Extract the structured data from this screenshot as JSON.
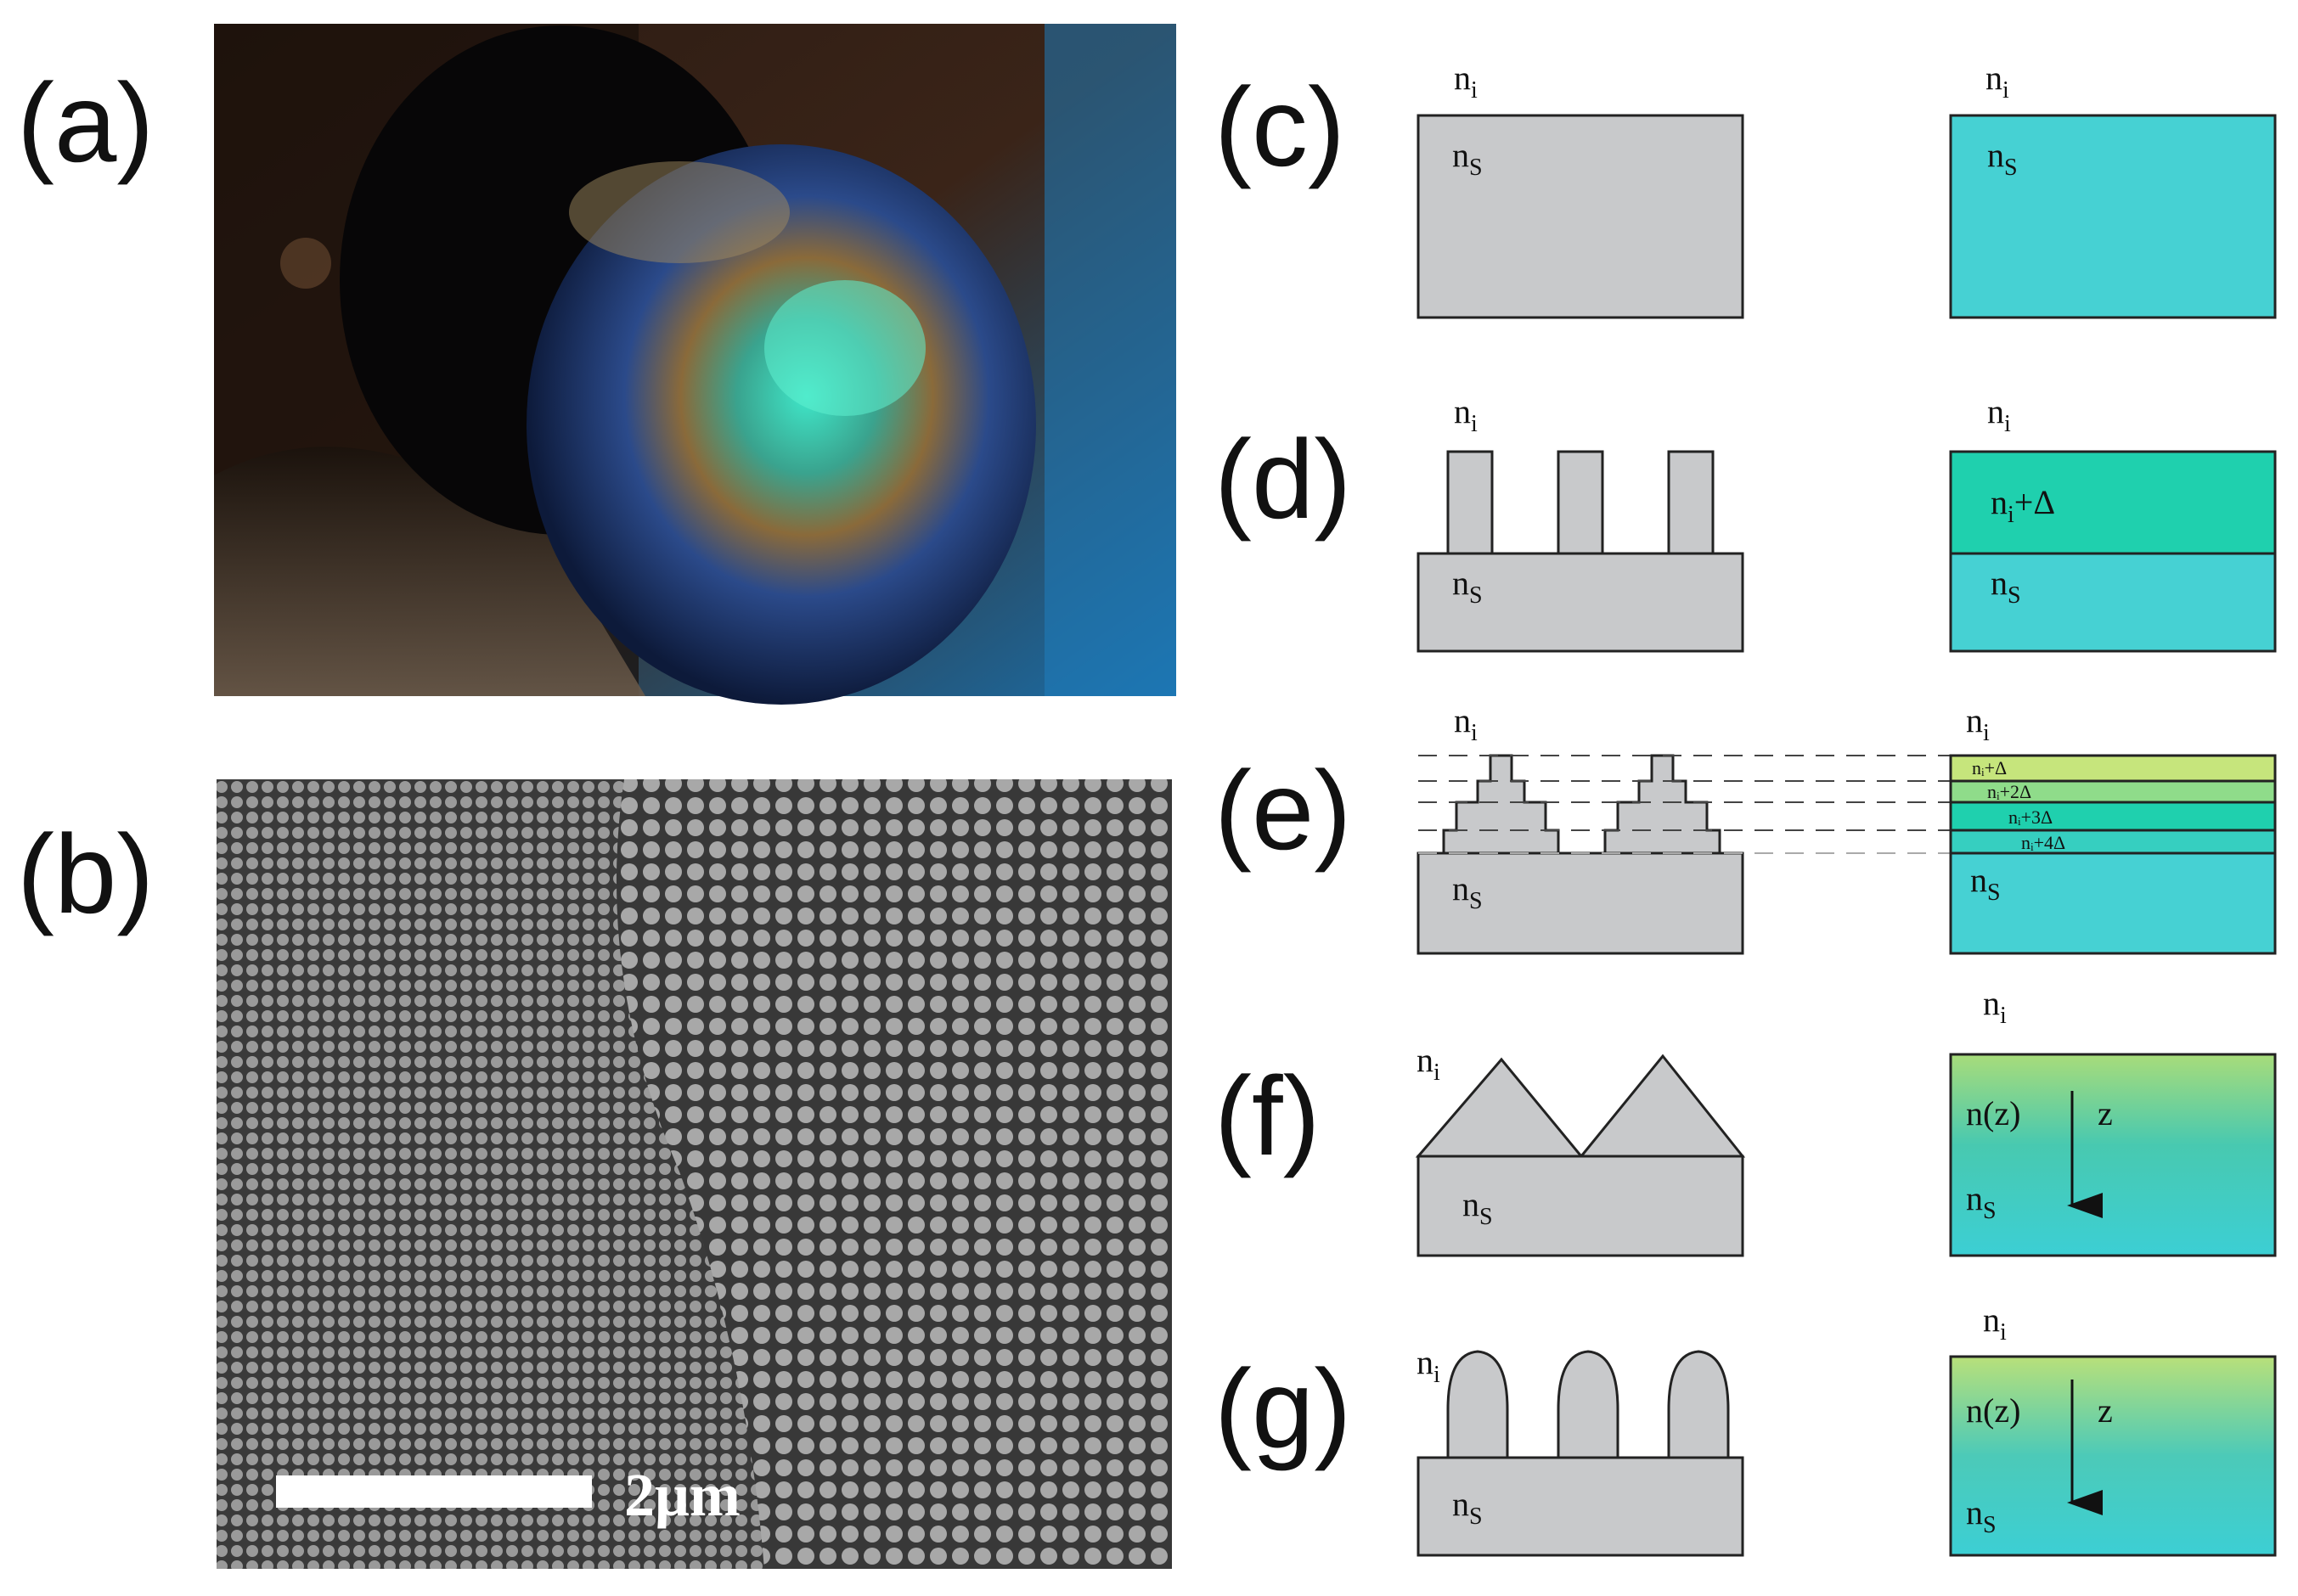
{
  "panels": {
    "a": {
      "label": "(a)"
    },
    "b": {
      "label": "(b)",
      "scale_bar": "2μm"
    },
    "c": {
      "label": "(c)"
    },
    "d": {
      "label": "(d)"
    },
    "e": {
      "label": "(e)"
    },
    "f": {
      "label": "(f)"
    },
    "g": {
      "label": "(g)"
    }
  },
  "symbols": {
    "n": "n",
    "i": "i",
    "s": "S",
    "ni_plus_delta": "+Δ",
    "nz": "n(z)",
    "z": "z"
  },
  "layers_e": [
    "nᵢ+Δ",
    "nᵢ+2Δ",
    "nᵢ+3Δ",
    "nᵢ+4Δ"
  ],
  "colors": {
    "substrate_gray": "#c8c9cb",
    "cyan": "#46d1d3",
    "teal": "#1fd0ae",
    "yellow_green": "#c6e57c"
  }
}
